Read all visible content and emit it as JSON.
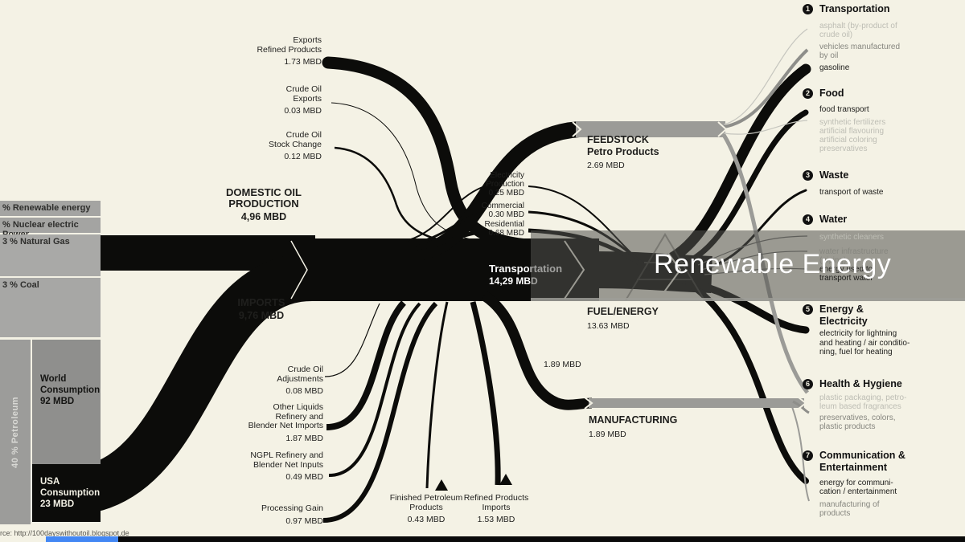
{
  "source_note": "rce: http://100dayswithoutoil.blogspot.de",
  "overlay": {
    "title": "Renewable Energy"
  },
  "colors": {
    "background": "#f4f2e5",
    "flow_black": "#0c0c0a",
    "flow_gray": "#9b9b97",
    "overlay_band": "rgba(82,82,78,0.55)",
    "overlay_title": "#ffffff",
    "progress_blue": "#4387f4"
  },
  "energy_mix": {
    "bars": [
      "% Renewable energy",
      "% Nuclear electric Power",
      "3 % Natural Gas",
      "3 % Coal"
    ],
    "petroleum": "40 % Petroleum",
    "world_consumption": "World\nConsumption\n92 MBD",
    "usa_consumption": "USA\nConsumption\n23 MBD"
  },
  "nodes": {
    "domestic": {
      "name": "DOMESTIC OIL\nPRODUCTION",
      "value": "4,96 MBD"
    },
    "imports": {
      "name": "IMPORTS",
      "value": "9,76 MBD"
    },
    "transportation": {
      "name": "Transportation",
      "value": "14,29 MBD"
    },
    "feedstock": {
      "name": "FEEDSTOCK\nPetro Products",
      "value": "2.69 MBD"
    },
    "fuel_energy": {
      "name": "FUEL/ENERGY",
      "value": "13.63 MBD"
    },
    "manufacturing": {
      "name": "MANUFACTURING",
      "value": "1.89 MBD"
    },
    "manufacturing_flow_value": "1.89 MBD"
  },
  "inputs_outputs": {
    "exports_refined": {
      "name": "Exports\nRefined Products",
      "value": "1.73 MBD"
    },
    "crude_exports": {
      "name": "Crude Oil\nExports",
      "value": "0.03 MBD"
    },
    "crude_stock": {
      "name": "Crude Oil\nStock Change",
      "value": "0.12 MBD"
    },
    "electricity_production": {
      "name": "Electricity\nProduction",
      "value": "0.25 MBD"
    },
    "commercial": {
      "name": "Commercial",
      "value": "0.30 MBD"
    },
    "residential": {
      "name": "Residential",
      "value": "0.68 MBD"
    },
    "crude_adjustments": {
      "name": "Crude Oil\nAdjustments",
      "value": "0.08 MBD"
    },
    "other_liquids": {
      "name": "Other Liquids\nRefinery and\nBlender Net Imports",
      "value": "1.87 MBD"
    },
    "ngpl": {
      "name": "NGPL Refinery and\nBlender Net Inputs",
      "value": "0.49 MBD"
    },
    "processing_gain": {
      "name": "Processing Gain",
      "value": "0.97 MBD"
    },
    "finished_petroleum": {
      "name": "Finished Petroleum\nProducts",
      "value": "0.43 MBD"
    },
    "refined_imports": {
      "name": "Refined Products\nImports",
      "value": "1.53 MBD"
    }
  },
  "categories": [
    {
      "num": "1",
      "title": "Transportation",
      "items": [
        {
          "text": "asphalt (by-product of\ncrude oil)",
          "tone": "light"
        },
        {
          "text": "vehicles manufactured\nby oil",
          "tone": "mid"
        },
        {
          "text": "gasoline",
          "tone": "dark"
        }
      ]
    },
    {
      "num": "2",
      "title": "Food",
      "items": [
        {
          "text": "food transport",
          "tone": "dark"
        },
        {
          "text": "synthetic fertilizers\nartificial flavouring\nartificial coloring\npreservatives",
          "tone": "light"
        }
      ]
    },
    {
      "num": "3",
      "title": "Waste",
      "items": [
        {
          "text": "transport of waste",
          "tone": "dark"
        }
      ]
    },
    {
      "num": "4",
      "title": "Water",
      "items": [
        {
          "text": "synthetic cleaners",
          "tone": "light"
        },
        {
          "text": "water infrastructure\n(piping)",
          "tone": "mid"
        },
        {
          "text": "energy used to\ntransport water",
          "tone": "dark"
        }
      ]
    },
    {
      "num": "5",
      "title": "Energy &\nElectricity",
      "items": [
        {
          "text": "electricity for lightning\nand heating / air conditio-\nning, fuel for heating",
          "tone": "dark"
        }
      ]
    },
    {
      "num": "6",
      "title": "Health & Hygiene",
      "items": [
        {
          "text": "plastic packaging, petro-\nleum based fragrances",
          "tone": "light"
        },
        {
          "text": "preservatives, colors,\nplastic products",
          "tone": "mid"
        }
      ]
    },
    {
      "num": "7",
      "title": "Communication &\nEntertainment",
      "items": [
        {
          "text": "energy for communi-\ncation / entertainment",
          "tone": "dark"
        },
        {
          "text": "manufacturing of\nproducts",
          "tone": "mid"
        }
      ]
    }
  ]
}
